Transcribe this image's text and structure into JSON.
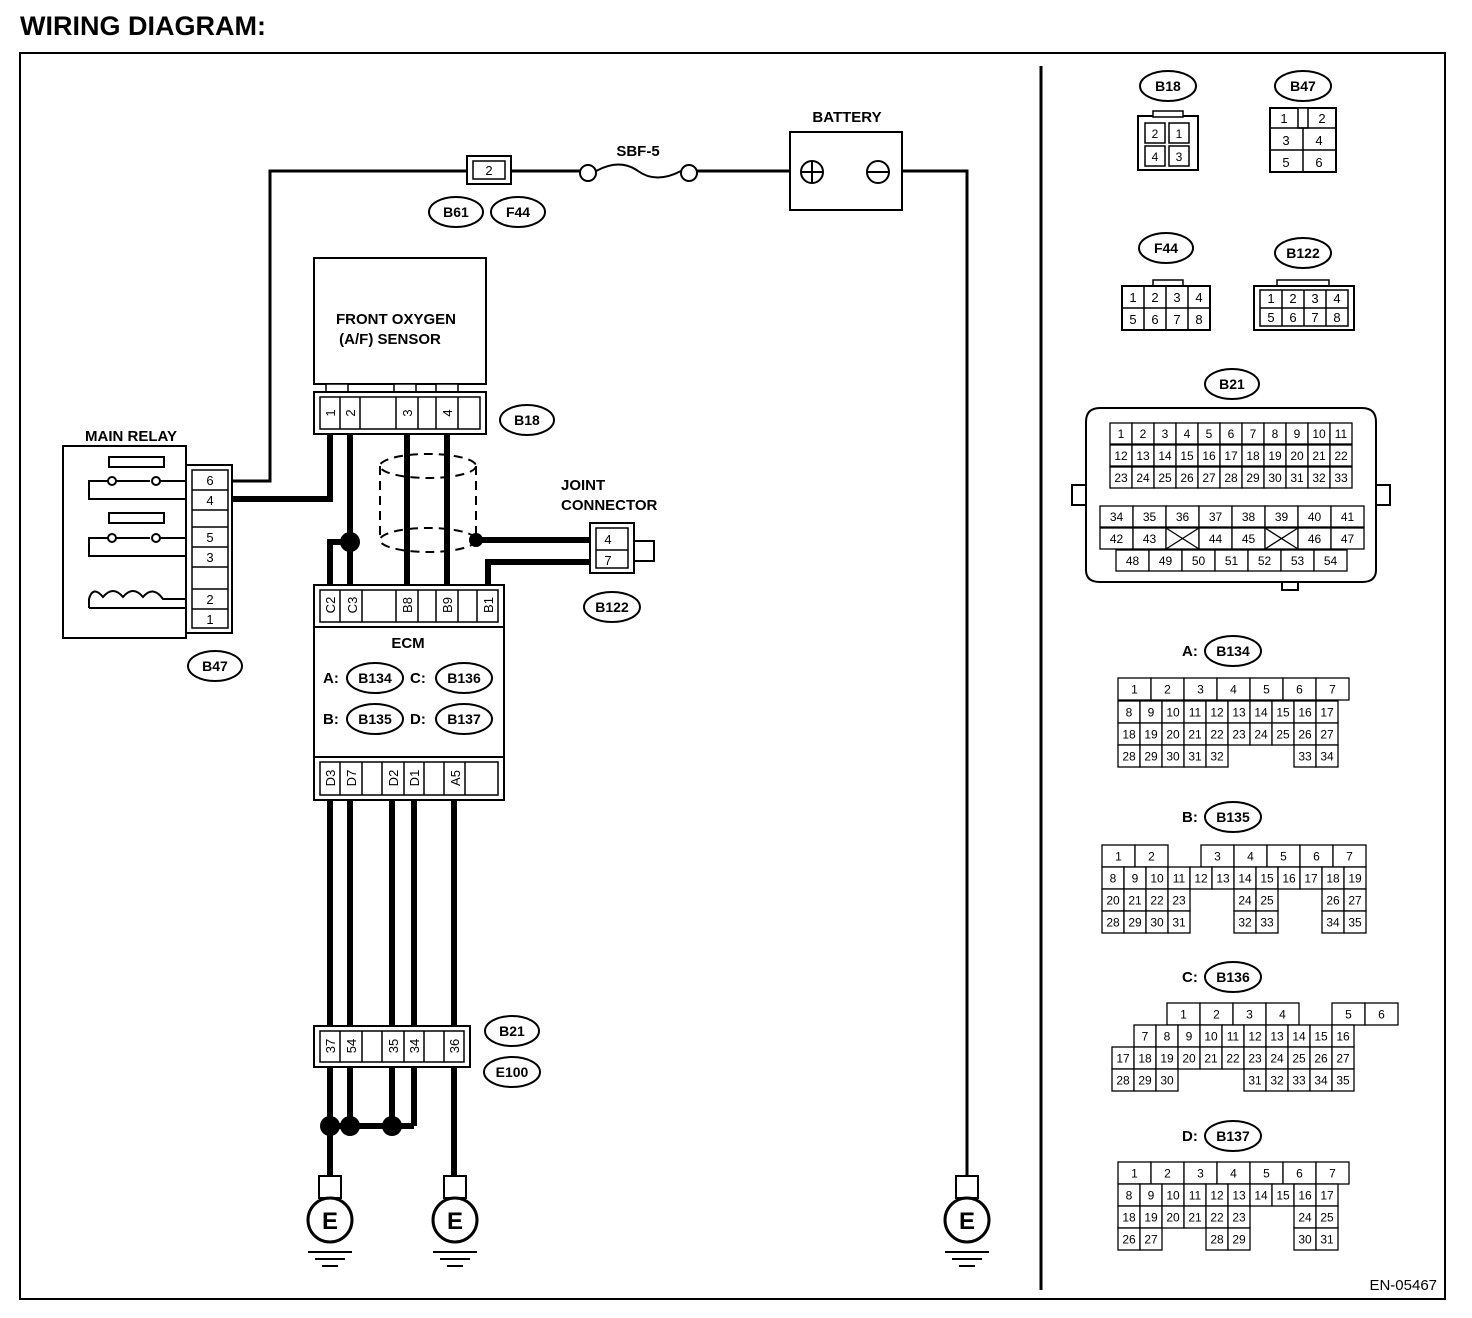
{
  "title": "WIRING DIAGRAM:",
  "code": "EN-05467",
  "labels": {
    "battery": "BATTERY",
    "sbf": "SBF-5",
    "sensor_l1": "FRONT OXYGEN",
    "sensor_l2": "(A/F) SENSOR",
    "main_relay": "MAIN RELAY",
    "joint_l1": "JOINT",
    "joint_l2": "CONNECTOR",
    "ecm": "ECM",
    "ground": "E",
    "ecm_a": "A:",
    "ecm_b": "B:",
    "ecm_c": "C:",
    "ecm_d": "D:"
  },
  "connectors": {
    "b61": "B61",
    "f44": "F44",
    "b18": "B18",
    "b47": "B47",
    "b122": "B122",
    "b134": "B134",
    "b135": "B135",
    "b136": "B136",
    "b137": "B137",
    "b21": "B21",
    "e100": "E100"
  },
  "pins": {
    "fuse_conn": "2",
    "b18": [
      "1",
      "2",
      "3",
      "4"
    ],
    "relay": [
      "6",
      "4",
      "5",
      "3",
      "2",
      "1"
    ],
    "joint": [
      "4",
      "7"
    ],
    "ecm_top": [
      "C2",
      "C3",
      "B8",
      "B9",
      "B1"
    ],
    "ecm_bottom": [
      "D3",
      "D7",
      "D2",
      "D1",
      "A5"
    ],
    "b21": [
      "37",
      "54",
      "35",
      "34",
      "36"
    ]
  },
  "legend": {
    "b18": [
      [
        "2",
        "1"
      ],
      [
        "4",
        "3"
      ]
    ],
    "b47": [
      [
        "1",
        "2"
      ],
      [
        "3",
        "4"
      ],
      [
        "5",
        "6"
      ]
    ],
    "f44": [
      [
        "1",
        "2",
        "3",
        "4"
      ],
      [
        "5",
        "6",
        "7",
        "8"
      ]
    ],
    "b122": [
      [
        "1",
        "2",
        "3",
        "4"
      ],
      [
        "5",
        "6",
        "7",
        "8"
      ]
    ],
    "b21": [
      [
        "1",
        "2",
        "3",
        "4",
        "5",
        "6",
        "7",
        "8",
        "9",
        "10",
        "11"
      ],
      [
        "12",
        "13",
        "14",
        "15",
        "16",
        "17",
        "18",
        "19",
        "20",
        "21",
        "22"
      ],
      [
        "23",
        "24",
        "25",
        "26",
        "27",
        "28",
        "29",
        "30",
        "31",
        "32",
        "33"
      ],
      [
        "34",
        "35",
        "36",
        "37",
        "38",
        "39",
        "40",
        "41"
      ],
      [
        "42",
        "43",
        "",
        "44",
        "45",
        "",
        "46",
        "47"
      ],
      [
        "48",
        "49",
        "50",
        "51",
        "52",
        "53",
        "54"
      ]
    ],
    "b134": [
      [
        "1",
        "2",
        "3",
        "4",
        "5",
        "6",
        "7"
      ],
      [
        "8",
        "9",
        "10",
        "11",
        "12",
        "13",
        "14",
        "15",
        "16",
        "17"
      ],
      [
        "18",
        "19",
        "20",
        "21",
        "22",
        "23",
        "24",
        "25",
        "26",
        "27"
      ],
      [
        "28",
        "29",
        "30",
        "31",
        "32",
        "",
        "",
        "",
        "33",
        "34"
      ]
    ],
    "b135": [
      [
        "1",
        "2",
        "",
        "3",
        "4",
        "5",
        "6",
        "7"
      ],
      [
        "8",
        "9",
        "10",
        "11",
        "12",
        "13",
        "14",
        "15",
        "16",
        "17",
        "18",
        "19"
      ],
      [
        "20",
        "21",
        "22",
        "23",
        "",
        "",
        "24",
        "25",
        "",
        "",
        "26",
        "27"
      ],
      [
        "28",
        "29",
        "30",
        "31",
        "",
        "",
        "32",
        "33",
        "",
        "",
        "34",
        "35"
      ]
    ],
    "b136": [
      [
        "",
        "1",
        "2",
        "3",
        "4",
        "",
        "5",
        "6"
      ],
      [
        "",
        "7",
        "8",
        "9",
        "10",
        "11",
        "12",
        "13",
        "14",
        "15",
        "16"
      ],
      [
        "17",
        "18",
        "19",
        "20",
        "21",
        "22",
        "23",
        "24",
        "25",
        "26",
        "27"
      ],
      [
        "28",
        "29",
        "30",
        "",
        "",
        "",
        "31",
        "32",
        "33",
        "34",
        "35"
      ]
    ],
    "b137": [
      [
        "1",
        "2",
        "3",
        "4",
        "5",
        "6",
        "7"
      ],
      [
        "8",
        "9",
        "10",
        "11",
        "12",
        "13",
        "14",
        "15",
        "16",
        "17"
      ],
      [
        "18",
        "19",
        "20",
        "21",
        "22",
        "23",
        "",
        "",
        "24",
        "25"
      ],
      [
        "26",
        "27",
        "",
        "",
        "28",
        "29",
        "",
        "",
        "30",
        "31"
      ]
    ]
  }
}
